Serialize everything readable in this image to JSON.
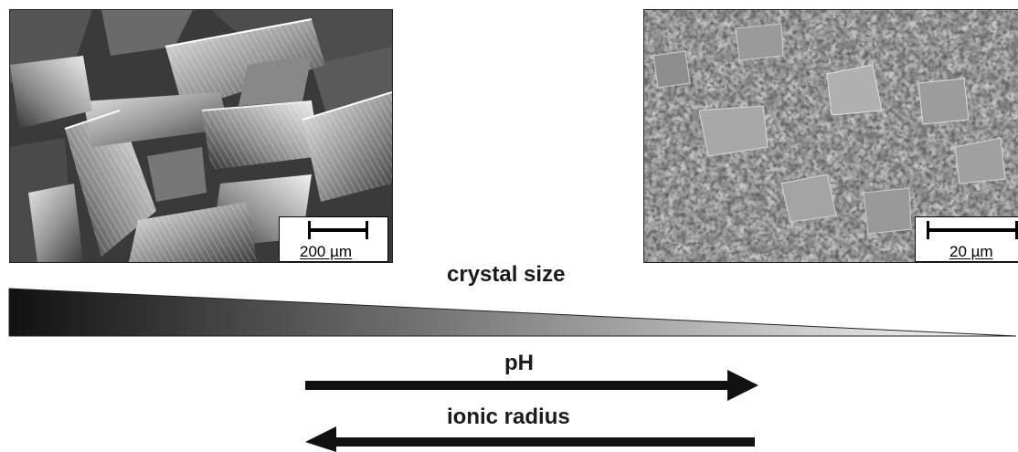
{
  "figure": {
    "left_image": {
      "icon": "sem-micrograph-large-crystals",
      "scale_label": "200 µm"
    },
    "right_image": {
      "icon": "sem-micrograph-small-crystals",
      "scale_label": "20 µm"
    },
    "gradient_label": "crystal size",
    "gradient_colors": [
      "#111111",
      "#ffffff"
    ],
    "arrows": [
      {
        "label": "pH",
        "direction": "right"
      },
      {
        "label": "ionic radius",
        "direction": "left"
      }
    ]
  }
}
